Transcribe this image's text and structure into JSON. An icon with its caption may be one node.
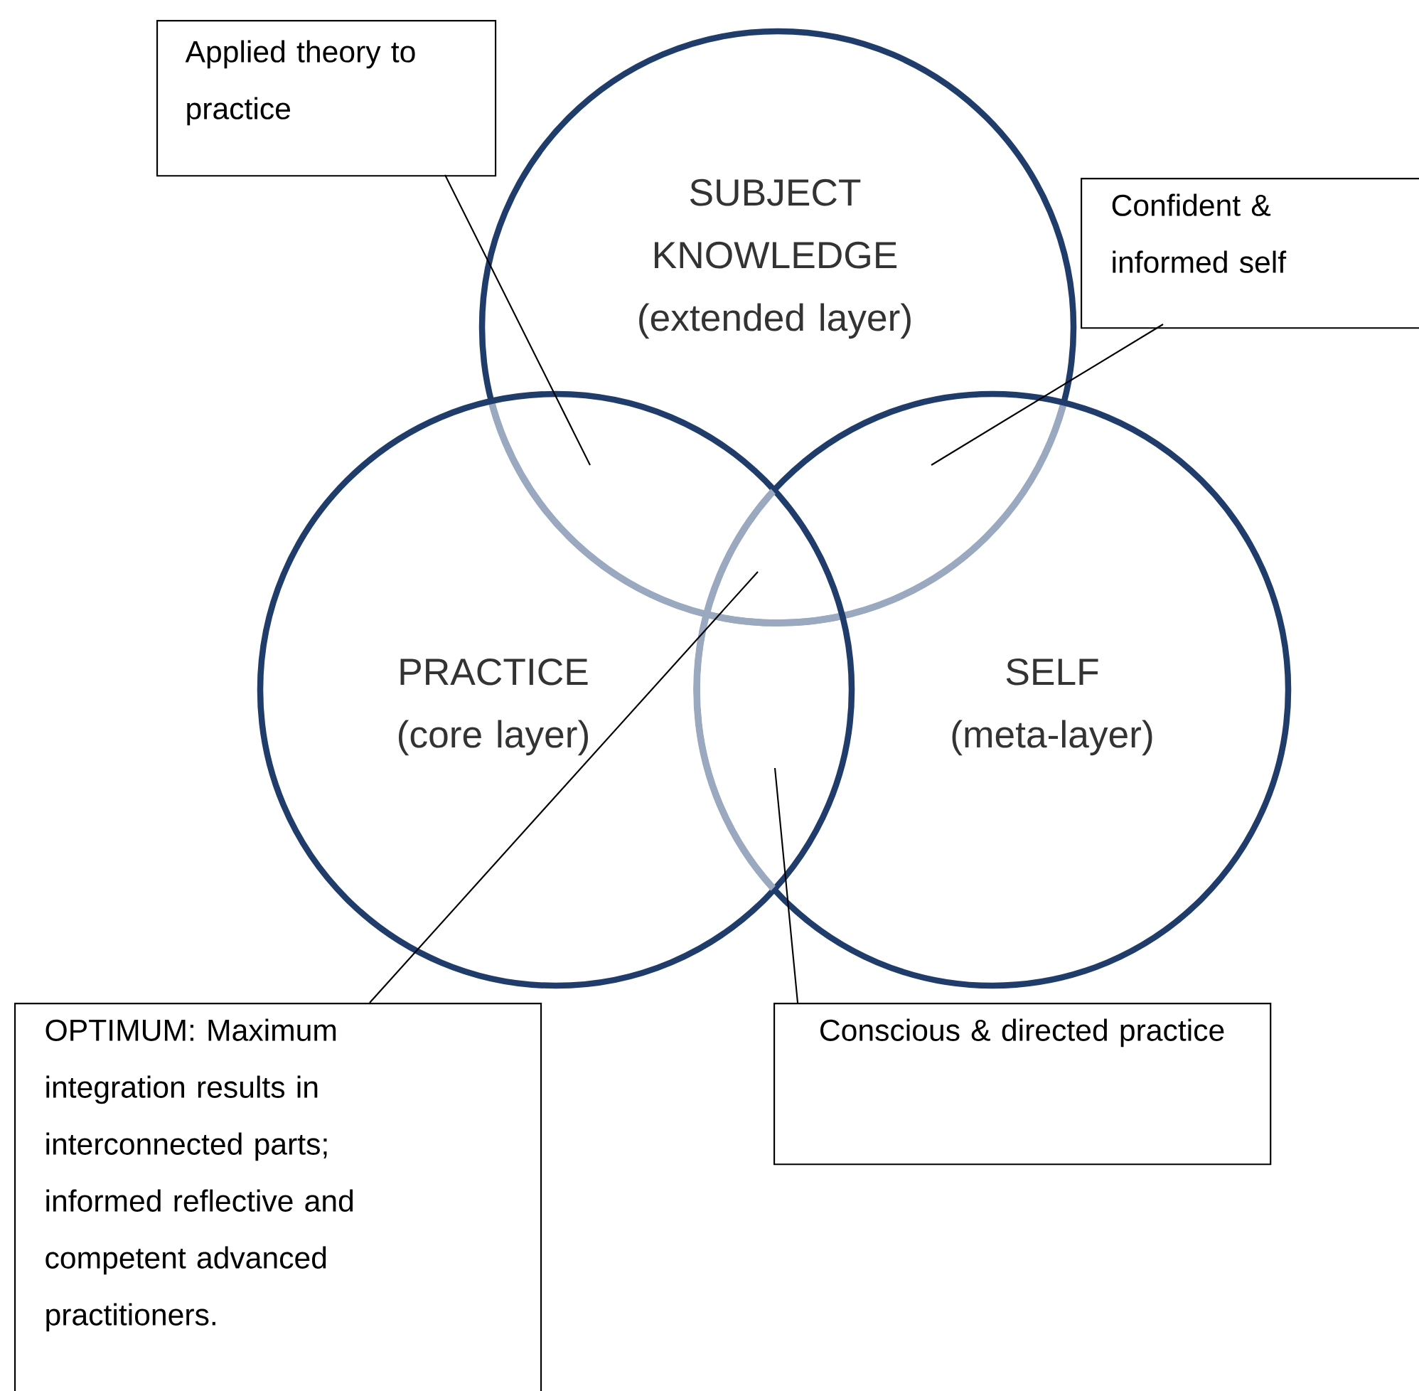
{
  "diagram": {
    "nodes": [
      {
        "text": [
          "SUBJECT KNOWLEDGE",
          "(extended layer)"
        ]
      },
      {
        "text": [
          "PRACTICE",
          "(core layer)"
        ]
      },
      {
        "text": [
          "SELF",
          "(meta-layer)"
        ]
      },
      {
        "text": [
          "Applied theory to practice"
        ]
      },
      {
        "text": [
          "Confident & informed self"
        ]
      },
      {
        "text": [
          "OPTIMUM: Maximum integration results in interconnected parts; informed reflective and competent advanced practitioners."
        ]
      },
      {
        "text": [
          "Conscious & directed practice"
        ]
      }
    ],
    "edges": [
      {
        "from": 3,
        "to": 0,
        "arrow": "none"
      },
      {
        "from": 4,
        "to": 0,
        "arrow": "none"
      },
      {
        "from": 5,
        "to": 0,
        "arrow": "none"
      },
      {
        "from": 6,
        "to": 2,
        "arrow": "none"
      }
    ]
  }
}
